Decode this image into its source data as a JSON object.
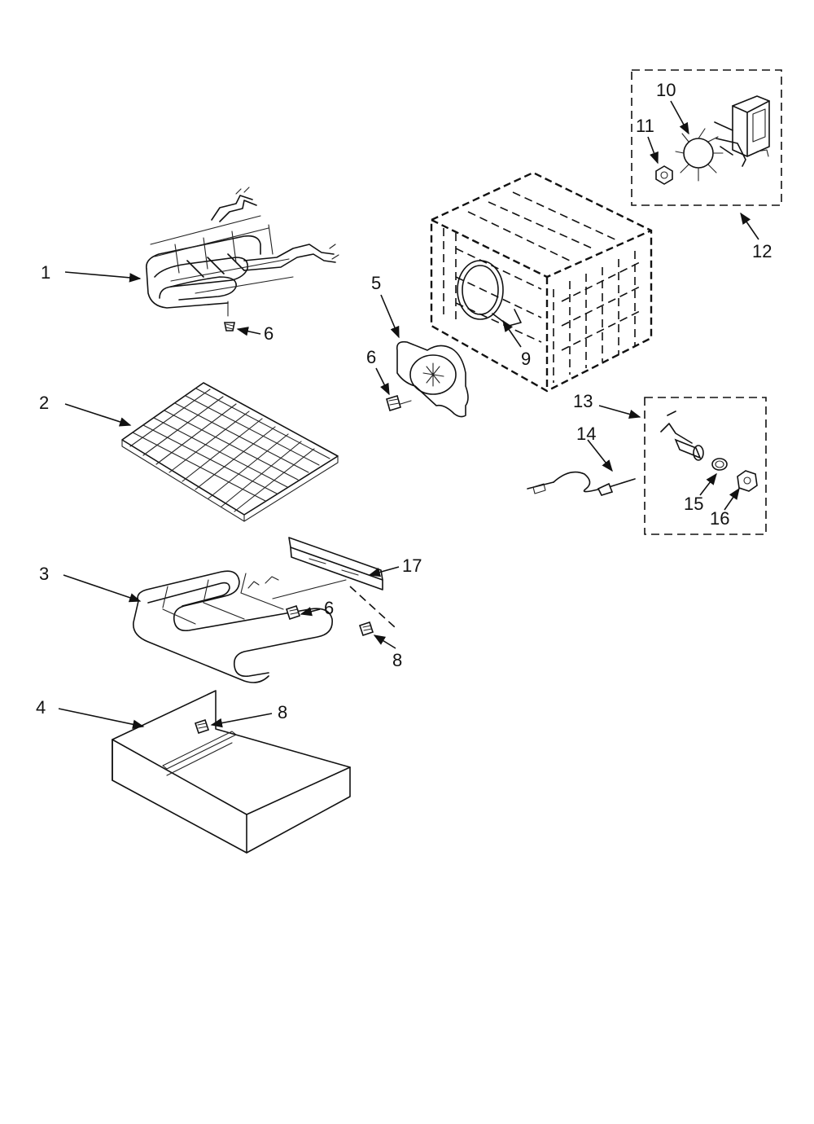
{
  "diagram": {
    "callouts": {
      "c1": "1",
      "c2": "2",
      "c3": "3",
      "c4": "4",
      "c5": "5",
      "c6a": "6",
      "c6b": "6",
      "c6c": "6",
      "c8a": "8",
      "c8b": "8",
      "c9": "9",
      "c10": "10",
      "c11": "11",
      "c12": "12",
      "c13": "13",
      "c14": "14",
      "c15": "15",
      "c16": "16",
      "c17": "17"
    }
  }
}
